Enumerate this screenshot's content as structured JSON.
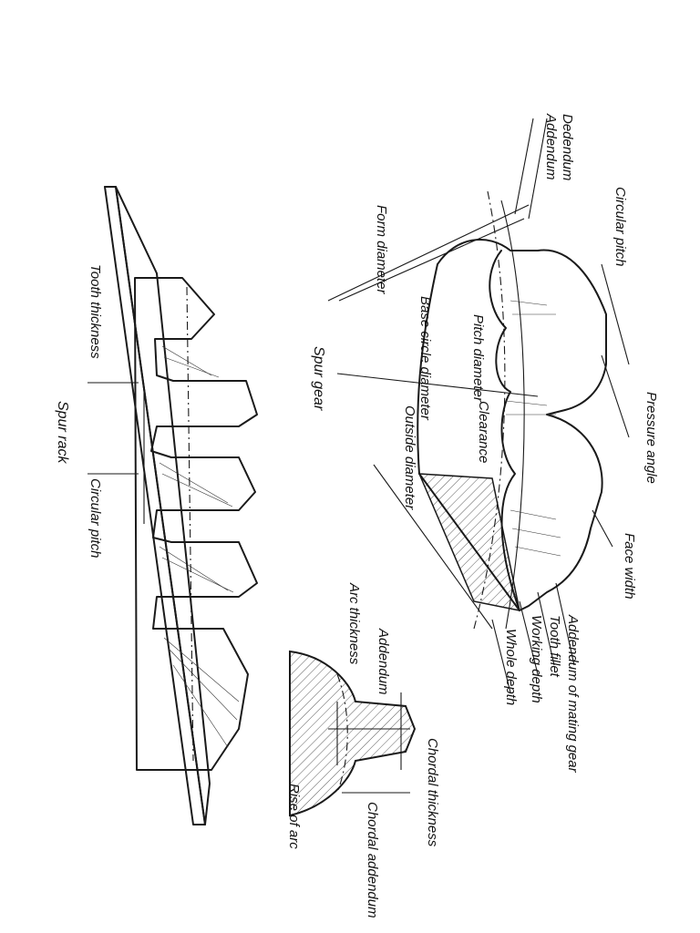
{
  "spur_gear": {
    "title": "Spur gear",
    "labels": {
      "dedendum": "Dedendum",
      "addendum": "Addendum",
      "circular_pitch": "Circular pitch",
      "pressure_angle": "Pressure angle",
      "form_diameter": "Form diameter",
      "base_circle_diameter": "Base circle diameter",
      "pitch_diameter": "Pitch diameter",
      "clearance": "Clearance",
      "outside_diameter": "Outside diameter",
      "face_width": "Face width",
      "addendum_of_mating_gear": "Addendum of mating gear",
      "tooth_fillet": "Tooth fillet",
      "working_depth": "Working depth",
      "whole_depth": "Whole depth"
    }
  },
  "tooth_detail": {
    "labels": {
      "addendum": "Addendum",
      "arc_thickness": "Arc thickness",
      "chordal_thickness": "Chordal thickness",
      "chordal_addendum": "Chordal addendum",
      "rise_of_arc": "Rise of arc"
    }
  },
  "spur_rack": {
    "title": "Spur rack",
    "labels": {
      "tooth_thickness": "Tooth thickness",
      "circular_pitch": "Circular pitch"
    }
  }
}
